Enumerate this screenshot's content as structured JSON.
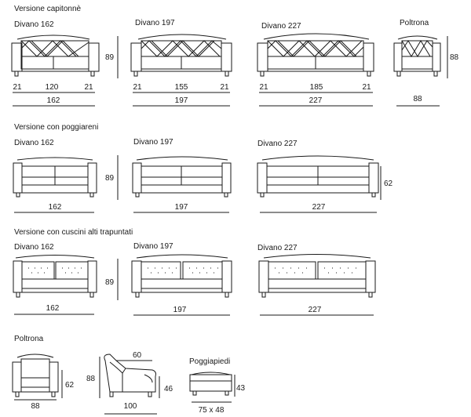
{
  "sections": {
    "capitonne": "Versione capitonnè",
    "poggiareni": "Versione con poggiareni",
    "cuscini": "Versione con cuscini alti trapuntati",
    "poltrona": "Poltrona"
  },
  "row1": {
    "d162": {
      "name": "Divano 162",
      "w": "162",
      "a1": "21",
      "a2": "120",
      "a3": "21"
    },
    "d197": {
      "name": "Divano 197",
      "w": "197",
      "a1": "21",
      "a2": "155",
      "a3": "21"
    },
    "d227": {
      "name": "Divano 227",
      "w": "227",
      "a1": "21",
      "a2": "185",
      "a3": "21"
    },
    "poltrona": {
      "name": "Poltrona",
      "w": "88",
      "h": "88"
    },
    "h": "89"
  },
  "row2": {
    "d162": {
      "name": "Divano 162",
      "w": "162"
    },
    "d197": {
      "name": "Divano 197",
      "w": "197"
    },
    "d227": {
      "name": "Divano 227",
      "w": "227"
    },
    "h": "89",
    "h227": "62"
  },
  "row3": {
    "d162": {
      "name": "Divano 162",
      "w": "162"
    },
    "d197": {
      "name": "Divano 197",
      "w": "197"
    },
    "d227": {
      "name": "Divano 227",
      "w": "227"
    },
    "h": "89"
  },
  "row4": {
    "front": {
      "w": "88",
      "h": "62"
    },
    "side": {
      "w": "100",
      "top": "60",
      "h_back": "88",
      "h_seat": "46"
    },
    "footstool": {
      "name": "Poggiapiedi",
      "size": "75 x 48",
      "h": "43"
    }
  }
}
